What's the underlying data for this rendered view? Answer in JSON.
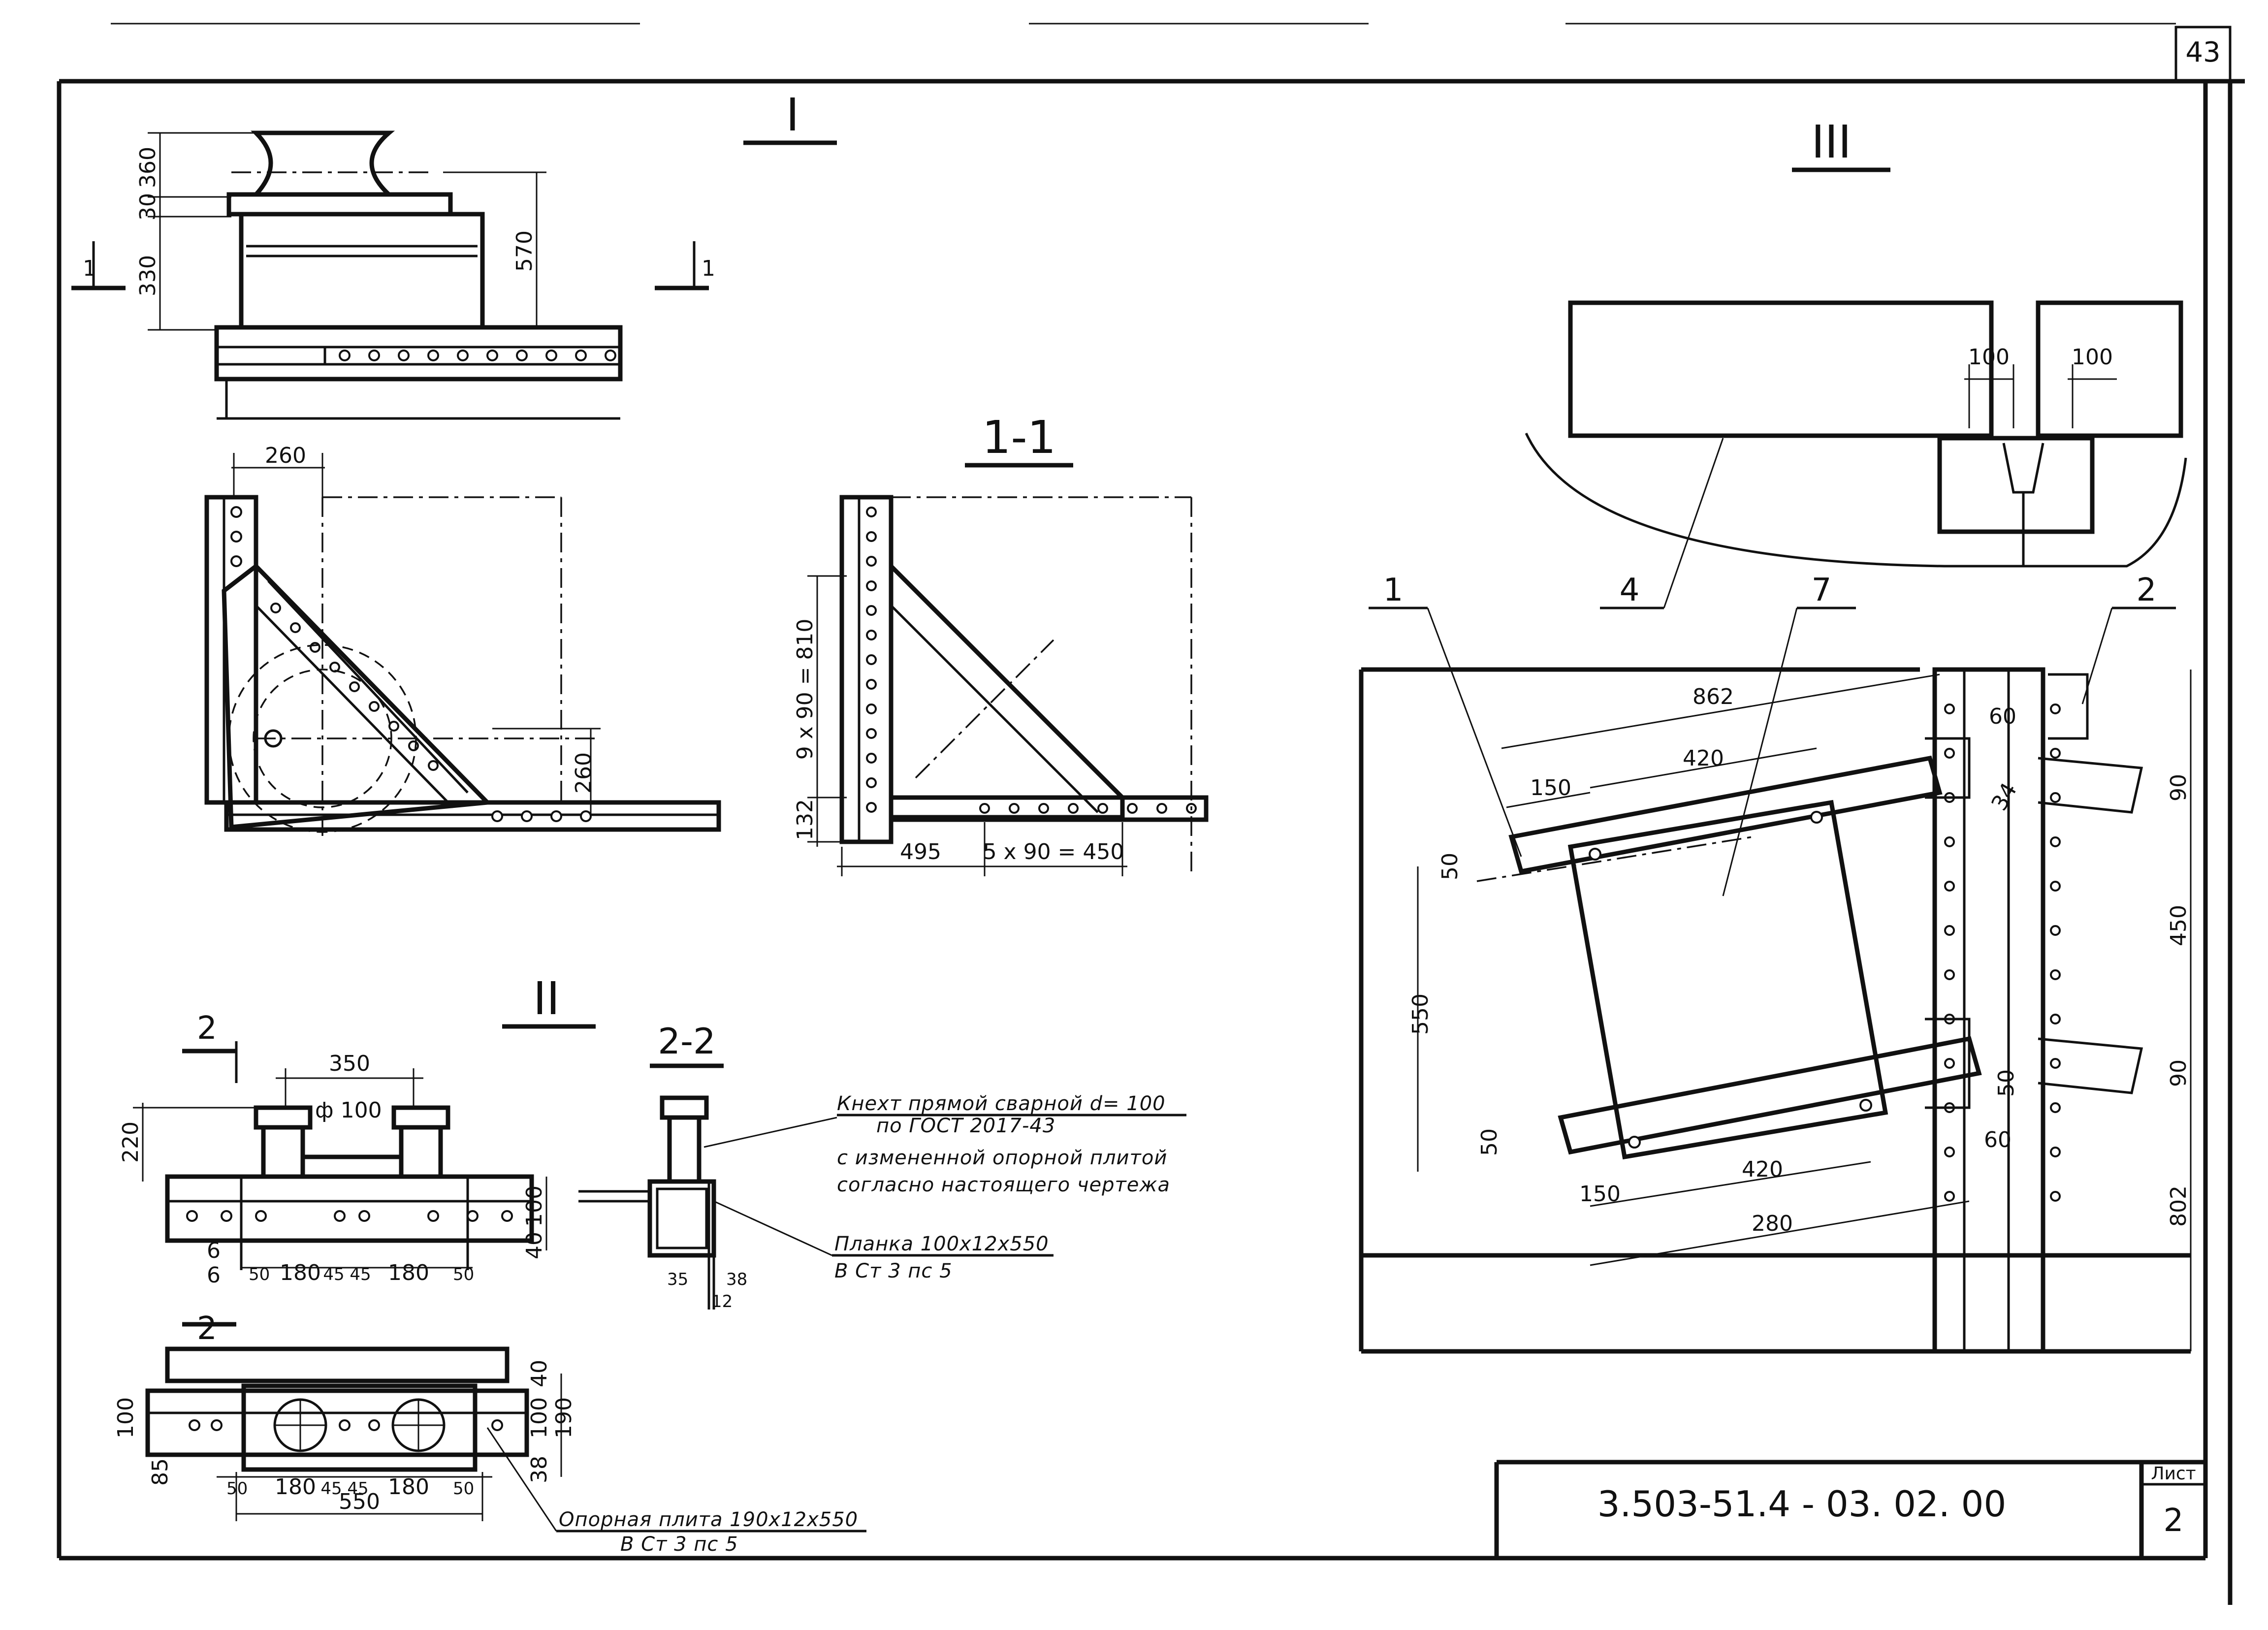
{
  "sheet_number": "43",
  "views": {
    "v1_title": "I",
    "v2_title": "II",
    "v3_title": "III",
    "s11_title": "1-1",
    "s22_title": "2-2",
    "cut_1": "1",
    "cut_2": "2"
  },
  "dims_v1": {
    "d360": "360",
    "d30": "30",
    "d330": "330",
    "d570": "570",
    "d260a": "260",
    "d260b": "260"
  },
  "dims_s11": {
    "d810": "9 x 90 = 810",
    "d132": "132",
    "d495": "495",
    "d450": "5 x 90 = 450"
  },
  "dims_v2": {
    "d350": "350",
    "d220": "220",
    "dphi": "ф 100",
    "d100": "100",
    "d40": "40",
    "d6a": "6",
    "d6b": "6",
    "d50a": "50",
    "d180a": "180",
    "d4545a": "45 45",
    "d180b": "180",
    "d50b": "50",
    "d100b": "100",
    "d85": "85",
    "d50c": "50",
    "d180c": "180",
    "d4545b": "45 45",
    "d180d": "180",
    "d50d": "50",
    "d550": "550",
    "d100c": "100",
    "d190": "190",
    "d38": "38",
    "d40b": "40",
    "d35": "35",
    "d38b": "38",
    "d12": "12"
  },
  "notes": {
    "kneht_1": "Кнехт прямой сварной d= 100",
    "kneht_2": "по ГОСТ  2017-43",
    "kneht_3": "с измененной опорной плитой",
    "kneht_4": "согласно настоящего чертежа",
    "planka_1": "Планка 100х12х550",
    "planka_2": "В Ст 3 пс 5",
    "plita_1": "Опорная плита 190х12х550",
    "plita_2": "В Ст 3 пс 5"
  },
  "dims_v3": {
    "d100a": "100",
    "d100b": "100",
    "d862": "862",
    "d420a": "420",
    "d150a": "150",
    "d60a": "60",
    "d34": "34",
    "d90a": "90",
    "d450": "450",
    "d90b": "90",
    "d50a": "50",
    "d550": "550",
    "d50b": "50",
    "d420b": "420",
    "d150b": "150",
    "d280": "280",
    "d60b": "60",
    "d50c": "50",
    "d802": "802"
  },
  "leaders": {
    "p1": "1",
    "p2": "2",
    "p4": "4",
    "p7": "7"
  },
  "title_block": {
    "code": "3.503-51.4 - 03. 02. 00",
    "list_label": "Лист",
    "list_value": "2"
  }
}
